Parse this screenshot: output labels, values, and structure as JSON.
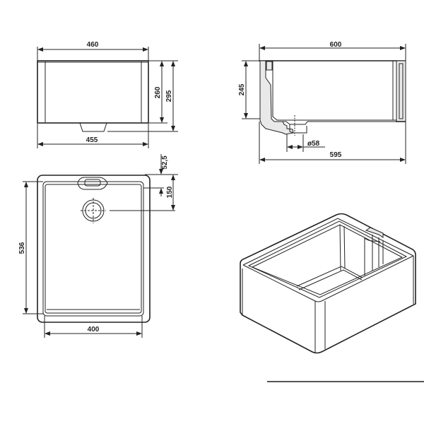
{
  "drawing": {
    "subject": "Belfast ceramic sink technical drawing",
    "views": {
      "front": {
        "dimensions": {
          "top_width": "460",
          "bottom_width": "455",
          "inner_height": "260",
          "total_height": "295"
        }
      },
      "side_section": {
        "dimensions": {
          "top_width": "600",
          "bottom_width": "595",
          "height": "245",
          "waste_diameter": "ø58"
        }
      },
      "plan": {
        "dimensions": {
          "rim_offset": "52,5",
          "waste_offset": "150",
          "inner_length": "536",
          "inner_width": "400"
        }
      },
      "isometric": {
        "label": ""
      }
    },
    "colors": {
      "line": "#222222",
      "background": "#ffffff",
      "section_fill": "#e9e9e9"
    }
  }
}
